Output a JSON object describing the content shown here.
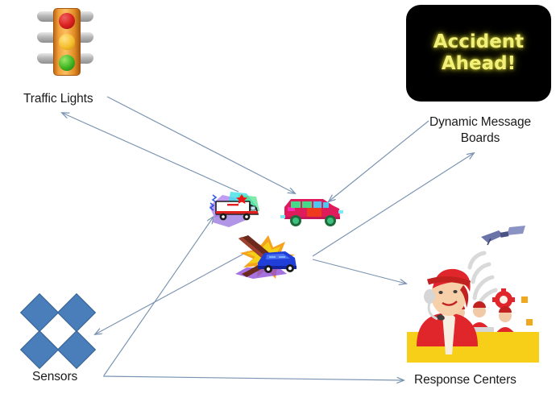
{
  "diagram": {
    "title": "Traffic incident management system diagram",
    "background_color": "#ffffff",
    "arrow_color": "#7993b0"
  },
  "nodes": {
    "traffic_lights": {
      "label": "Traffic Lights",
      "icon": "traffic-light-icon",
      "lamps": [
        "red",
        "yellow",
        "green"
      ],
      "colors": {
        "red": "#d81e1e",
        "yellow": "#f5bf2e",
        "green": "#3fb321",
        "housing": "#f0a03a"
      }
    },
    "message_board": {
      "label": "Dynamic Message\nBoards",
      "screen_text": "Accident\nAhead!",
      "icon": "message-board-icon",
      "colors": {
        "screen_background": "#000000",
        "screen_text": "#f2f07a"
      }
    },
    "sensors": {
      "label": "Sensors",
      "icon": "sensor-diamond-icon",
      "count": 4,
      "colors": {
        "fill": "#4a7ebb",
        "stroke": "#33608f"
      }
    },
    "response_centers": {
      "label": "Response Centers",
      "icon": "call-center-icon",
      "colors": {
        "uniform": "#e0262b",
        "desk": "#f7cf18",
        "satellite": "#6b74a8"
      }
    },
    "ambulance": {
      "icon": "ambulance-icon",
      "colors": {
        "body": "#ffffff",
        "stripe": "#e02020",
        "beacon": "#f21414"
      }
    },
    "suv": {
      "icon": "suv-icon",
      "colors": {
        "body": "#e01b5c",
        "windows": "#47d98a",
        "wheels": "#3fbf7f"
      }
    },
    "crash": {
      "icon": "car-crash-icon",
      "colors": {
        "car": "#1f3fd8",
        "burst": "#f5a21e",
        "pole": "#6b2a1c"
      }
    }
  }
}
